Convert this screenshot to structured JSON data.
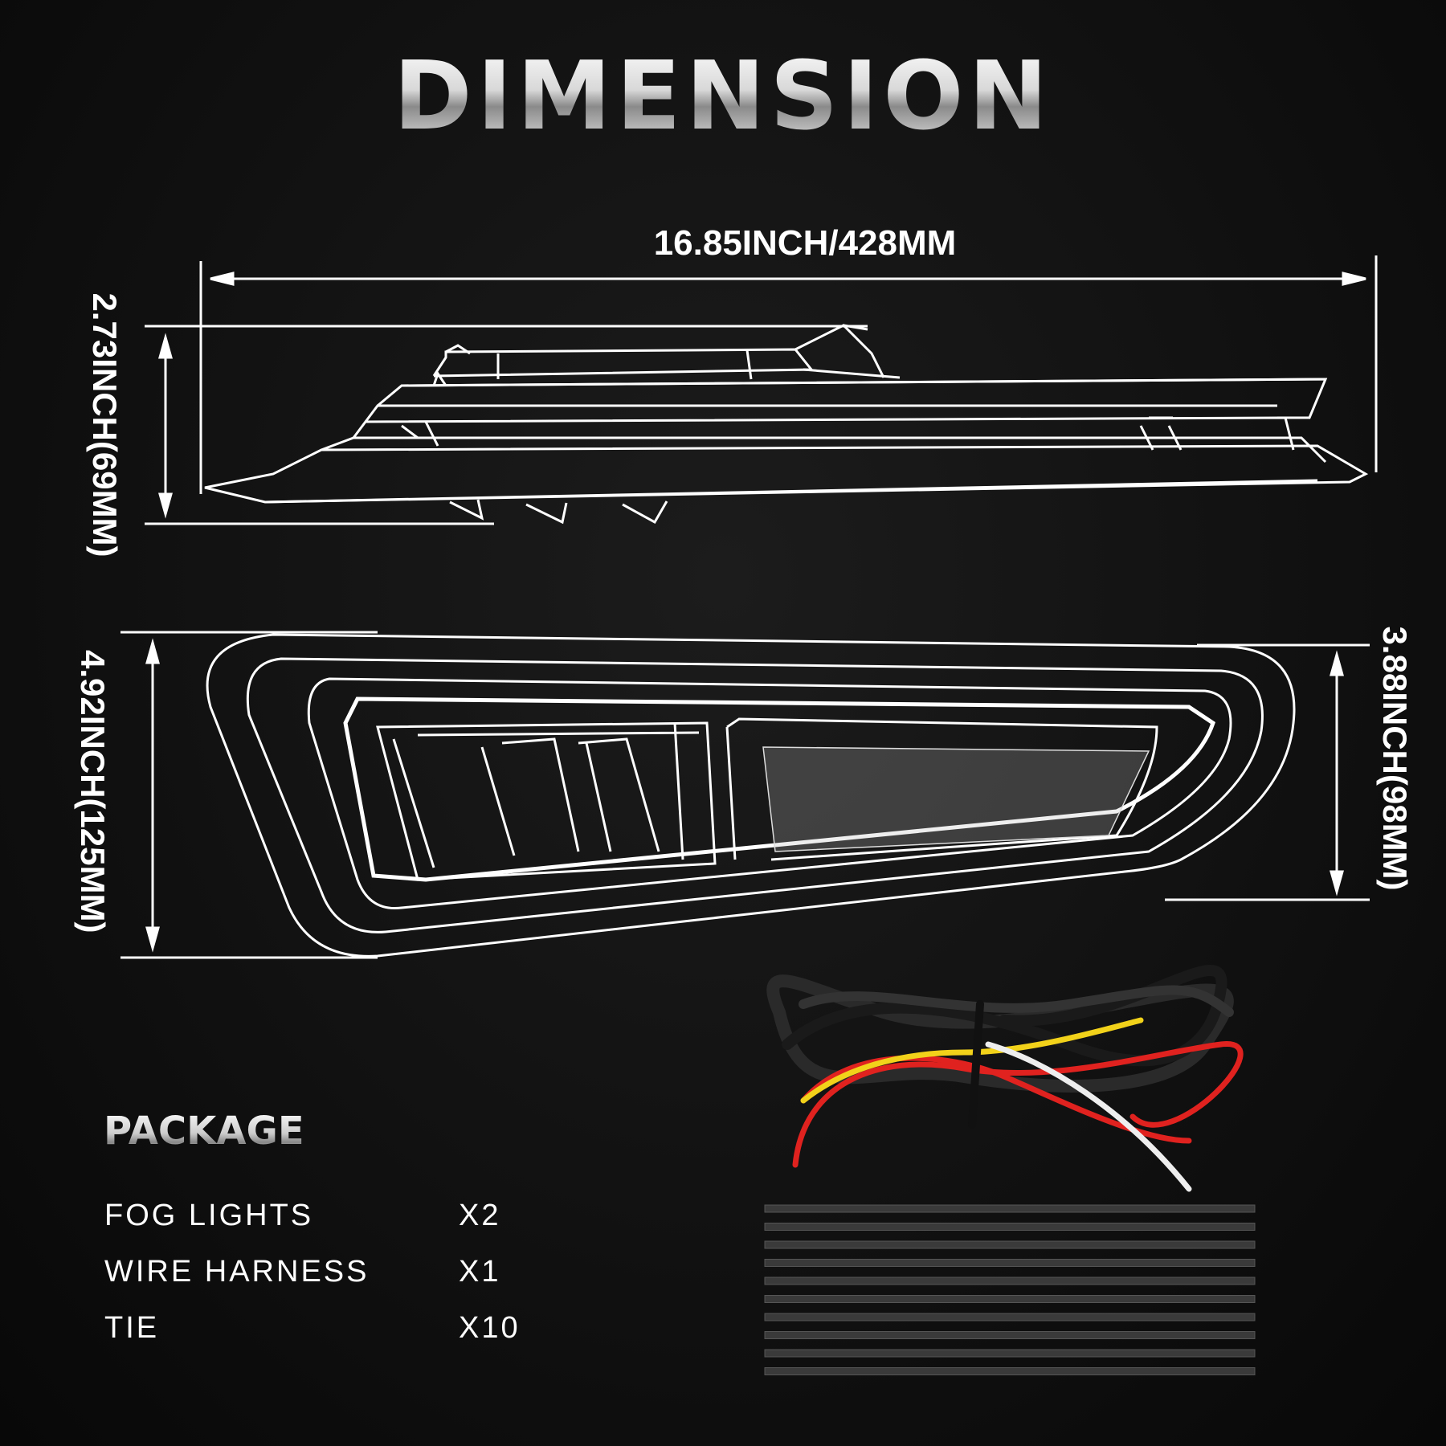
{
  "title": "DIMENSION",
  "dimensions": {
    "length": "16.85INCH/428MM",
    "side_height": "2.73INCH(69MM)",
    "front_height_outer": "4.92INCH(125MM)",
    "front_height_inner": "3.88INCH(98MM)"
  },
  "package": {
    "heading": "PACKAGE",
    "items": [
      {
        "name": "FOG LIGHTS",
        "qty": "X2"
      },
      {
        "name": "WIRE HARNESS",
        "qty": "X1"
      },
      {
        "name": "TIE",
        "qty": "X10"
      }
    ]
  },
  "colors": {
    "background": "#111111",
    "line": "#ffffff",
    "wire_red": "#e0221f",
    "wire_yellow": "#f2d21a"
  }
}
